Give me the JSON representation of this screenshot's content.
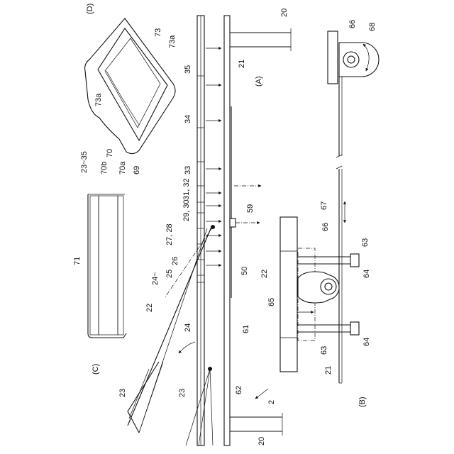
{
  "figure": {
    "panel_labels": {
      "A": "(A)",
      "B": "(B)",
      "C": "(C)",
      "D": "(D)"
    },
    "panelA": {
      "labels": [
        "20",
        "21",
        "35",
        "34",
        "33",
        "31, 32",
        "29, 30",
        "27, 28",
        "26",
        "25",
        "24~",
        "24",
        "22",
        "23",
        "23",
        "62",
        "61",
        "50",
        "59",
        "20",
        "2"
      ]
    },
    "panelB": {
      "labels": [
        "66",
        "68",
        "67",
        "66",
        "63",
        "64",
        "65",
        "22",
        "63",
        "64",
        "21"
      ]
    },
    "panelC": {
      "labels": [
        "23~35",
        "70b",
        "70",
        "70a",
        "69",
        "71"
      ]
    },
    "panelD": {
      "labels": [
        "73",
        "73a",
        "73a"
      ]
    }
  }
}
